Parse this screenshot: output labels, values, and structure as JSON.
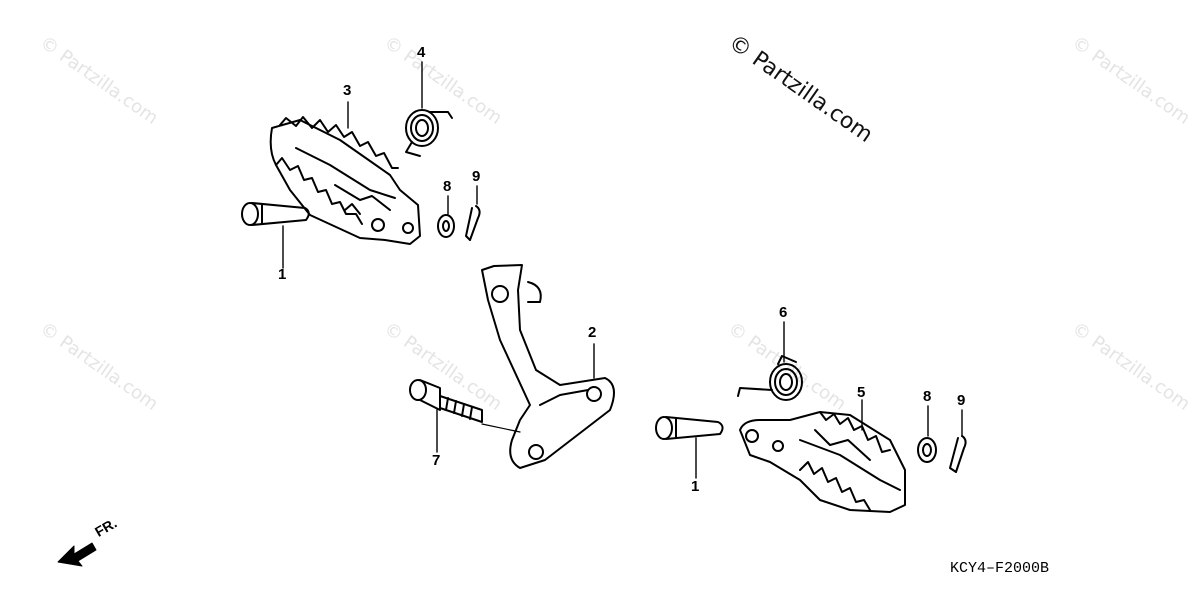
{
  "watermark": "© Partzilla.com",
  "copyright": "© Partzilla.com",
  "diagram_code": "KCY4–F2000B",
  "front_indicator": "FR.",
  "callouts": {
    "c1a": "1",
    "c1b": "1",
    "c2": "2",
    "c3": "3",
    "c4": "4",
    "c5": "5",
    "c6": "6",
    "c7": "7",
    "c8a": "8",
    "c8b": "8",
    "c9a": "9",
    "c9b": "9"
  }
}
